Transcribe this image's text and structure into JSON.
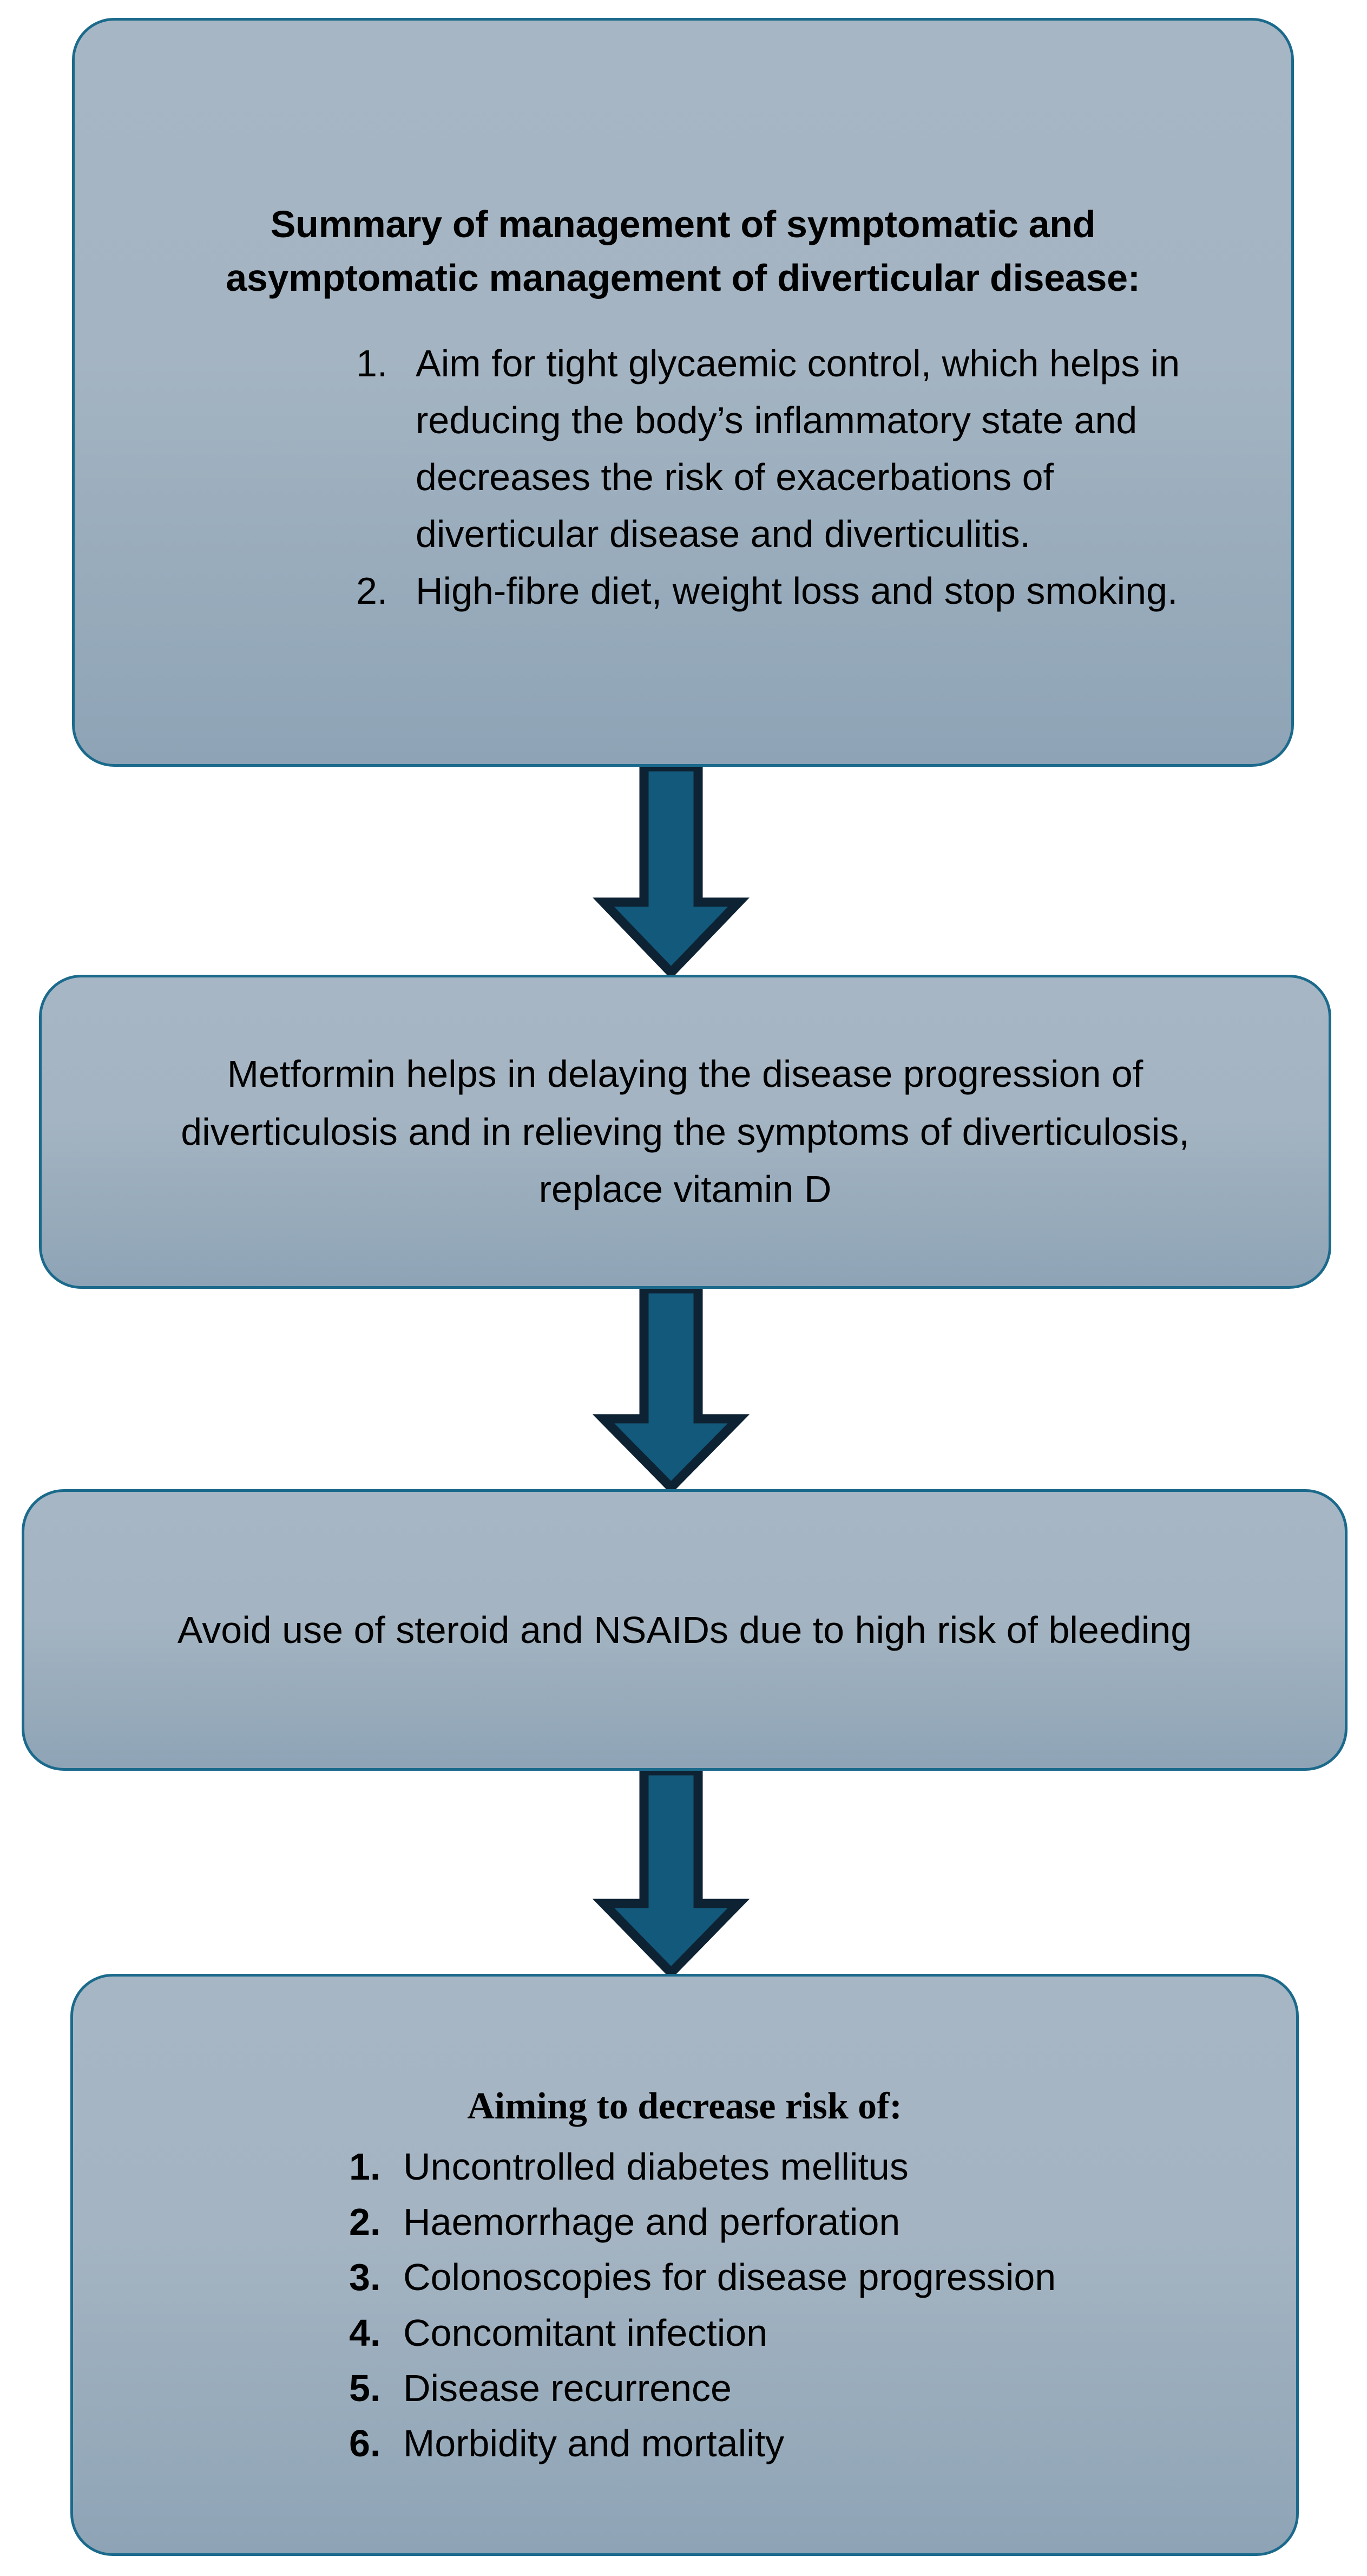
{
  "diagram": {
    "type": "flowchart",
    "orientation": "vertical",
    "colors": {
      "box_fill_top": "#a6b6c4",
      "box_fill_bottom": "#8ea4b6",
      "box_border": "#1b6a8c",
      "arrow_fill": "#12597b",
      "arrow_outline": "#0d2233",
      "text": "#000000",
      "background": "#ffffff"
    },
    "nodes": [
      {
        "id": "node-1",
        "title": "Summary of management of symptomatic and asymptomatic management of diverticular disease:",
        "items": [
          {
            "num": "1.",
            "text": "Aim for tight glycaemic control, which helps in reducing the body’s inflammatory state and decreases the risk of exacerbations of diverticular disease and diverticulitis."
          },
          {
            "num": "2.",
            "text": "High-fibre diet, weight loss and stop smoking."
          }
        ]
      },
      {
        "id": "node-2",
        "body": "Metformin helps in delaying the disease progression of diverticulosis and in relieving the symptoms of diverticulosis, replace vitamin D"
      },
      {
        "id": "node-3",
        "body": "Avoid use of steroid and NSAIDs due to high risk of bleeding"
      },
      {
        "id": "node-4",
        "heading": "Aiming to decrease risk of:",
        "items": [
          {
            "num": "1.",
            "text": "Uncontrolled diabetes mellitus"
          },
          {
            "num": "2.",
            "text": "Haemorrhage and perforation"
          },
          {
            "num": "3.",
            "text": "Colonoscopies for disease progression"
          },
          {
            "num": "4.",
            "text": "Concomitant infection"
          },
          {
            "num": "5.",
            "text": "Disease recurrence"
          },
          {
            "num": "6.",
            "text": "Morbidity and mortality"
          }
        ]
      }
    ],
    "connectors": [
      {
        "id": "arrow-1",
        "from": "node-1",
        "to": "node-2",
        "icon": "down-arrow-icon"
      },
      {
        "id": "arrow-2",
        "from": "node-2",
        "to": "node-3",
        "icon": "down-arrow-icon"
      },
      {
        "id": "arrow-3",
        "from": "node-3",
        "to": "node-4",
        "icon": "down-arrow-icon"
      }
    ]
  }
}
